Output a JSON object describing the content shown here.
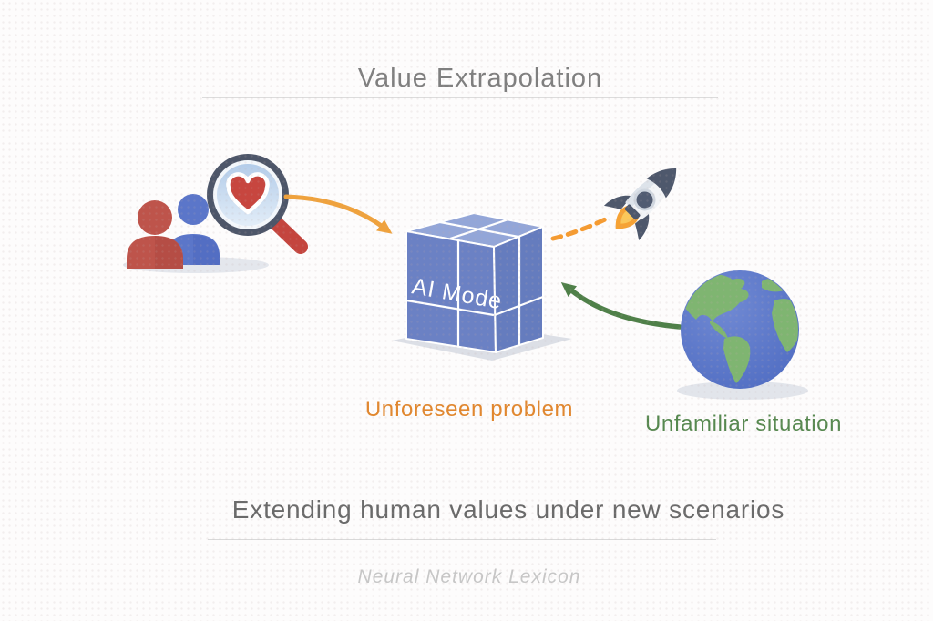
{
  "title": "Value Extrapolation",
  "cube": {
    "label": "AI Mode"
  },
  "labels": {
    "problem": "Unforeseen problem",
    "situation": "Unfamiliar situation"
  },
  "subtitle": "Extending human values under new scenarios",
  "footer": "Neural Network Lexicon",
  "icons": {
    "people": "people-icon",
    "magnifier": "magnifier-heart-icon",
    "heart": "heart-icon",
    "cube": "ai-model-cube-icon",
    "rocket": "rocket-icon",
    "rocket_trail": "dashed-trail-icon",
    "globe": "globe-icon",
    "orange_arrow": "curved-arrow-to-model-icon",
    "green_arrow": "curved-arrow-from-globe-icon"
  },
  "colors": {
    "problem_label": "#E1872E",
    "situation_label": "#56884F",
    "arrow_orange": "#EFA23D",
    "arrow_green": "#4F8049",
    "cube_front": "#6B81C4",
    "cube_top": "#93A6D8",
    "cube_right": "#657CBE",
    "globe_ocean": "#5573C8",
    "globe_land": "#7FB571",
    "person_red": "#BE544B",
    "person_blue": "#5B76C9",
    "magnifier_rim": "#4D5669",
    "heart_red": "#C7463F",
    "title_text": "#7F7F7F",
    "subtitle_text": "#6A6A6A",
    "footer_text": "#C7C7C7"
  }
}
